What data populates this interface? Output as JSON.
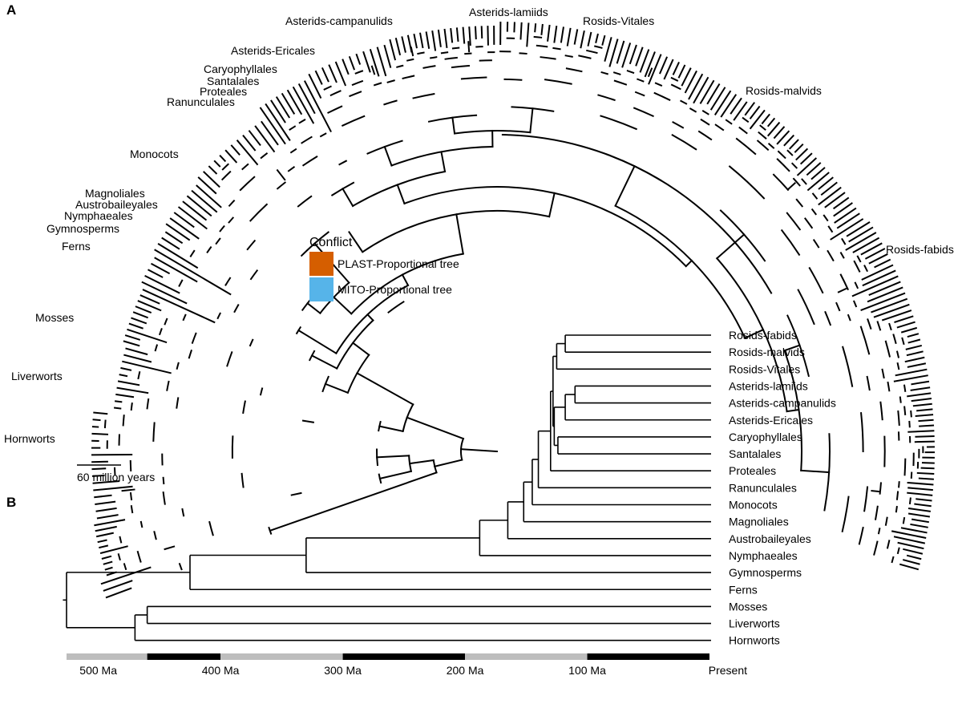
{
  "panels": {
    "a": "A",
    "b": "B"
  },
  "panel_a": {
    "clade_labels": [
      "Asterids-campanulids",
      "Asterids-lamiids",
      "Rosids-Vitales",
      "Asterids-Ericales",
      "Caryophyllales",
      "Santalales",
      "Proteales",
      "Ranunculales",
      "Rosids-malvids",
      "Monocots",
      "Magnoliales",
      "Austrobaileyales",
      "Nymphaeales",
      "Gymnosperms",
      "Ferns",
      "Rosids-fabids",
      "Mosses",
      "Liverworts",
      "Hornworts"
    ],
    "legend": {
      "title": "Conflict",
      "items": [
        {
          "label": "PLAST-Proportional tree",
          "color": "#d55e00"
        },
        {
          "label": "MITO-Proportional tree",
          "color": "#56b4e9"
        }
      ]
    },
    "scale_bar": {
      "label": "60 million years",
      "years": 60
    }
  },
  "panel_b": {
    "tips": [
      "Rosids-fabids",
      "Rosids-malvids",
      "Rosids-Vitales",
      "Asterids-lamiids",
      "Asterids-campanulids",
      "Asterids-Ericales",
      "Caryophyllales",
      "Santalales",
      "Proteales",
      "Ranunculales",
      "Monocots",
      "Magnoliales",
      "Austrobaileyales",
      "Nymphaeales",
      "Gymnosperms",
      "Ferns",
      "Mosses",
      "Liverworts",
      "Hornworts"
    ],
    "time_axis": {
      "ticks": [
        "500 Ma",
        "400 Ma",
        "300 Ma",
        "200 Ma",
        "100 Ma",
        "Present"
      ],
      "values": [
        500,
        400,
        300,
        200,
        100,
        0
      ],
      "range_ma": [
        526,
        0
      ],
      "band_colors": [
        "#bdbdbd",
        "#000000"
      ]
    },
    "node_ages_ma": {
      "root": 526,
      "land_plants_hornwort_liverwort_moss": 470,
      "mosses_liverworts": 460,
      "vascular": 425,
      "seed_plants": 330,
      "angiosperms": 188,
      "nymphaeales_split": 165,
      "mesangiosperms": 152,
      "magnoliids_monocots": 145,
      "eudicots": 140,
      "core_eudicots": 130,
      "pentapetalae": 128,
      "asterids_caryophyllales": 127,
      "asterids": 118,
      "lamiids_campanulids": 110,
      "rosids": 125,
      "fabids_malvids": 118
    }
  },
  "colors": {
    "plast": "#d55e00",
    "mito": "#56b4e9",
    "branch": "#000000"
  }
}
